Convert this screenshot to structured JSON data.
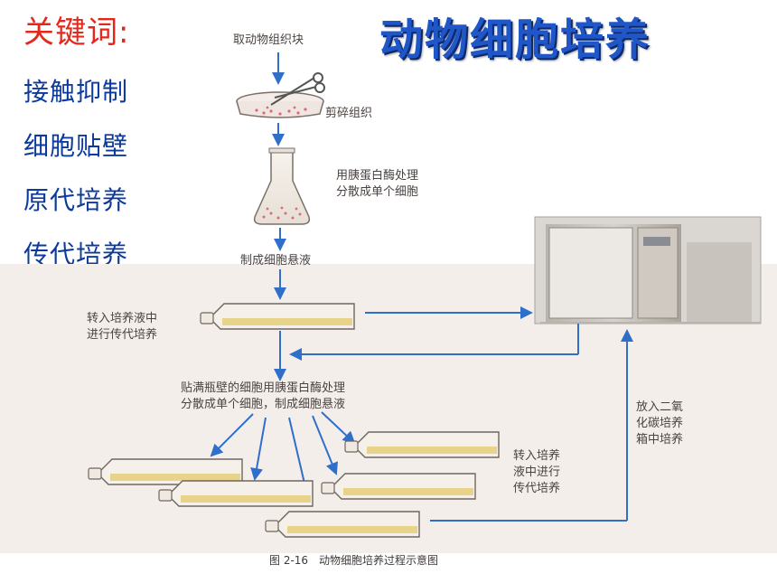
{
  "keywords": {
    "title": "关键词:",
    "items": [
      "接触抑制",
      "细胞贴壁",
      "原代培养",
      "传代培养"
    ]
  },
  "main_title": "动物细胞培养",
  "diagram": {
    "step_take_tissue": "取动物组织块",
    "step_mince": "剪碎组织",
    "step_trypsin": [
      "用胰蛋白酶处理",
      "分散成单个细胞"
    ],
    "step_suspension": "制成细胞悬液",
    "step_transfer_left": [
      "转入培养液中",
      "进行传代培养"
    ],
    "step_redisperse": [
      "贴满瓶壁的细胞用胰蛋白酶处理",
      "分散成单个细胞，制成细胞悬液"
    ],
    "step_transfer_right": [
      "转入培养",
      "液中进行",
      "传代培养"
    ],
    "step_incubator": [
      "放入二氧",
      "化碳培养",
      "箱中培养"
    ],
    "caption": "图 2-16　动物细胞培养过程示意图"
  }
}
